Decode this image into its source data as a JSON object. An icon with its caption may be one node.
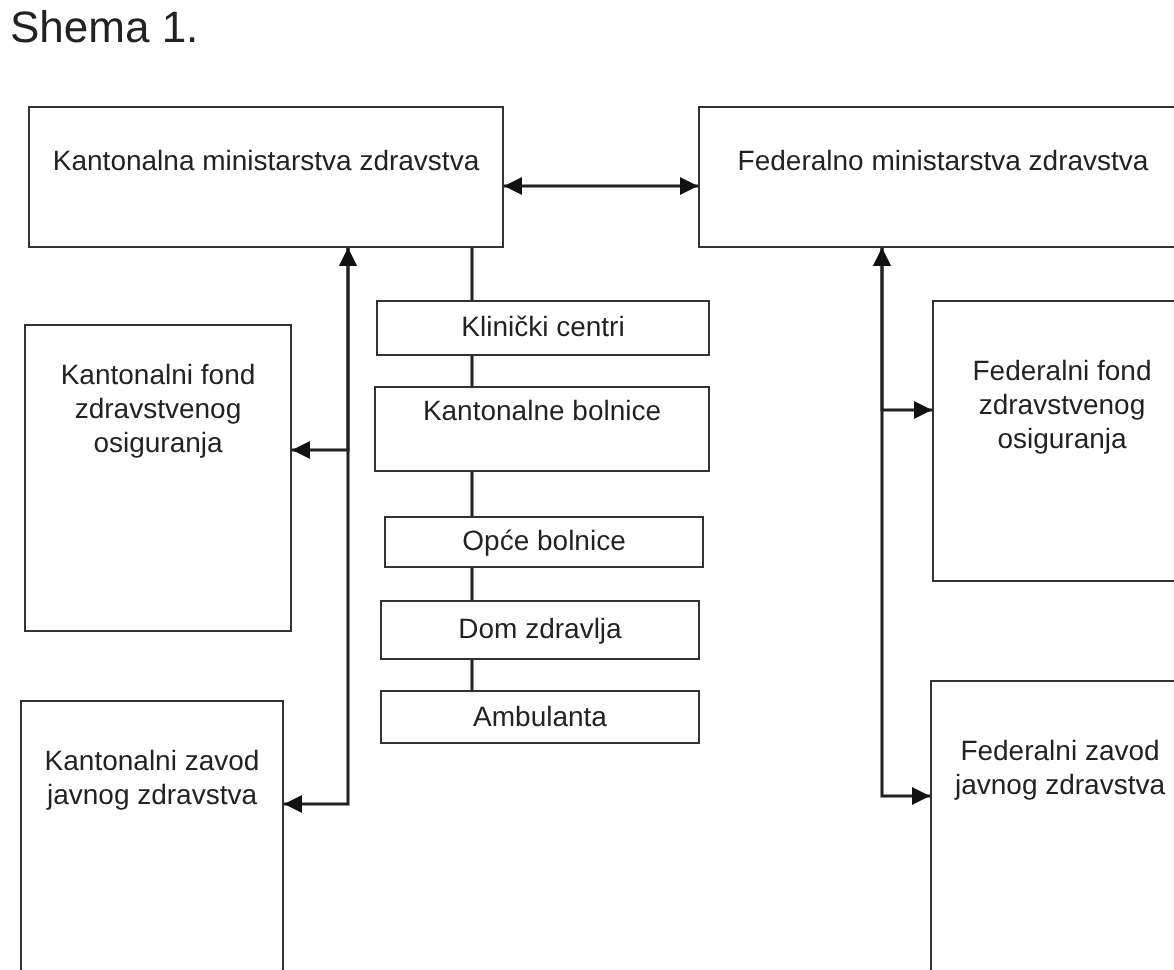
{
  "diagram": {
    "title": "Shema 1.",
    "nodes": [
      {
        "text": [
          "Kantonalna ministarstva zdravstva"
        ]
      },
      {
        "text": [
          "Federalno ministarstva zdravstva"
        ]
      },
      {
        "text": [
          "Kantonalni fond zdravstvenog osiguranja"
        ]
      },
      {
        "text": [
          "Klinički centri"
        ]
      },
      {
        "text": [
          "Kantonalne bolnice"
        ]
      },
      {
        "text": [
          "Federalni fond zdravstvenog osiguranja"
        ]
      },
      {
        "text": [
          "Opće bolnice"
        ]
      },
      {
        "text": [
          "Dom zdravlja"
        ]
      },
      {
        "text": [
          "Ambulanta"
        ]
      },
      {
        "text": [
          "Kantonalni zavod javnog zdravstva"
        ]
      },
      {
        "text": [
          "Federalni zavod javnog zdravstva"
        ]
      }
    ],
    "edges": [
      {
        "from": 0,
        "to": 1,
        "arrow": "both"
      },
      {
        "from": 0,
        "to": 2,
        "arrow": "both"
      },
      {
        "from": 0,
        "to": 9,
        "arrow": "both"
      },
      {
        "from": 1,
        "to": 5,
        "arrow": "both"
      },
      {
        "from": 1,
        "to": 10,
        "arrow": "both"
      },
      {
        "from": 0,
        "to": 3,
        "arrow": "none"
      },
      {
        "from": 3,
        "to": 4,
        "arrow": "none"
      },
      {
        "from": 4,
        "to": 6,
        "arrow": "none"
      },
      {
        "from": 6,
        "to": 7,
        "arrow": "none"
      },
      {
        "from": 7,
        "to": 8,
        "arrow": "none"
      }
    ]
  }
}
